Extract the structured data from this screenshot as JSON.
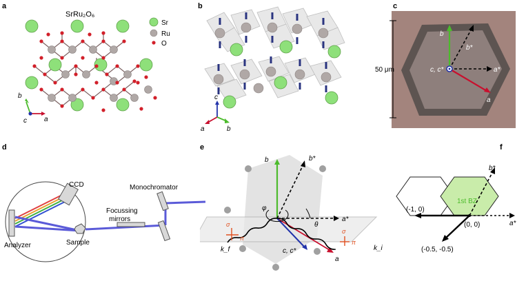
{
  "panels": {
    "a": {
      "label": "a",
      "title": "SrRu₂O₆",
      "legend": [
        {
          "name": "Sr",
          "color": "#8ee07a"
        },
        {
          "name": "Ru",
          "color": "#b0a8a6"
        },
        {
          "name": "O",
          "color": "#d2202a"
        }
      ],
      "axes": {
        "b": "b",
        "c": "c",
        "a": "a"
      }
    },
    "b": {
      "label": "b",
      "axes": {
        "c": "c",
        "a": "a",
        "b": "b"
      }
    },
    "c": {
      "label": "c",
      "scale_label": "50 μm",
      "vec_labels": {
        "b": "b",
        "bstar": "b*",
        "astar": "a*",
        "a": "a",
        "center": "c, c*"
      }
    },
    "d": {
      "label": "d",
      "labels": {
        "ccd": "CCD",
        "monochromator": "Monochromator",
        "focussing": "Focussing",
        "mirrors": "mirrors",
        "sample": "Sample",
        "analyzer": "Analyzer"
      }
    },
    "e": {
      "label": "e",
      "labels": {
        "b": "b",
        "bstar": "b*",
        "astar": "a*",
        "a": "a",
        "cc": "c, c*",
        "phi": "φ",
        "theta": "θ",
        "kf": "k_f",
        "ki": "k_i",
        "sigma": "σ",
        "pi": "π"
      }
    },
    "f": {
      "label": "f",
      "labels": {
        "bstar": "b*",
        "astar": "a*",
        "bz": "1st BZ",
        "p1": "(-1, 0)",
        "p2": "(0, 0)",
        "p3": "(-0.5, -0.5)"
      }
    }
  },
  "colors": {
    "sr": "#8ee07a",
    "ru": "#b0a8a6",
    "o": "#d2202a",
    "spin": "#2a3480",
    "green_arrow": "#4cbb2c",
    "red_arrow": "#c8102e",
    "blue_arrow": "#2233aa",
    "beam": "#5a5ad8",
    "bz_fill": "#c9ecaa"
  }
}
